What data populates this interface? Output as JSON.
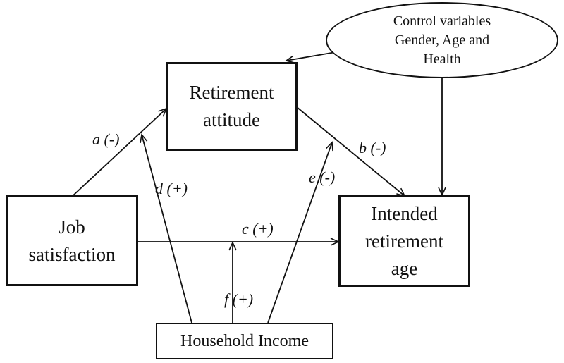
{
  "diagram": {
    "nodes": {
      "retirement_attitude": {
        "lines": [
          "Retirement",
          "attitude"
        ]
      },
      "job_satisfaction": {
        "lines": [
          "Job",
          "satisfaction"
        ]
      },
      "intended_retirement_age": {
        "lines": [
          "Intended",
          "retirement",
          "age"
        ]
      },
      "household_income": {
        "lines": [
          "Household Income"
        ]
      },
      "control_variables": {
        "lines": [
          "Control variables",
          "Gender, Age and",
          "Health"
        ]
      }
    },
    "paths": {
      "a": {
        "label": "a (-)",
        "from": "job_satisfaction",
        "to": "retirement_attitude"
      },
      "b": {
        "label": "b (-)",
        "from": "retirement_attitude",
        "to": "intended_retirement_age"
      },
      "c": {
        "label": "c (+)",
        "from": "job_satisfaction",
        "to": "intended_retirement_age"
      },
      "d": {
        "label": "d (+)",
        "from": "household_income",
        "to": "path_a"
      },
      "e": {
        "label": "e (-)",
        "from": "household_income",
        "to": "path_b"
      },
      "f": {
        "label": "f (+)",
        "from": "household_income",
        "to": "path_c"
      },
      "control_to_attitude": {
        "from": "control_variables",
        "to": "retirement_attitude"
      },
      "control_to_age": {
        "from": "control_variables",
        "to": "intended_retirement_age"
      }
    }
  }
}
